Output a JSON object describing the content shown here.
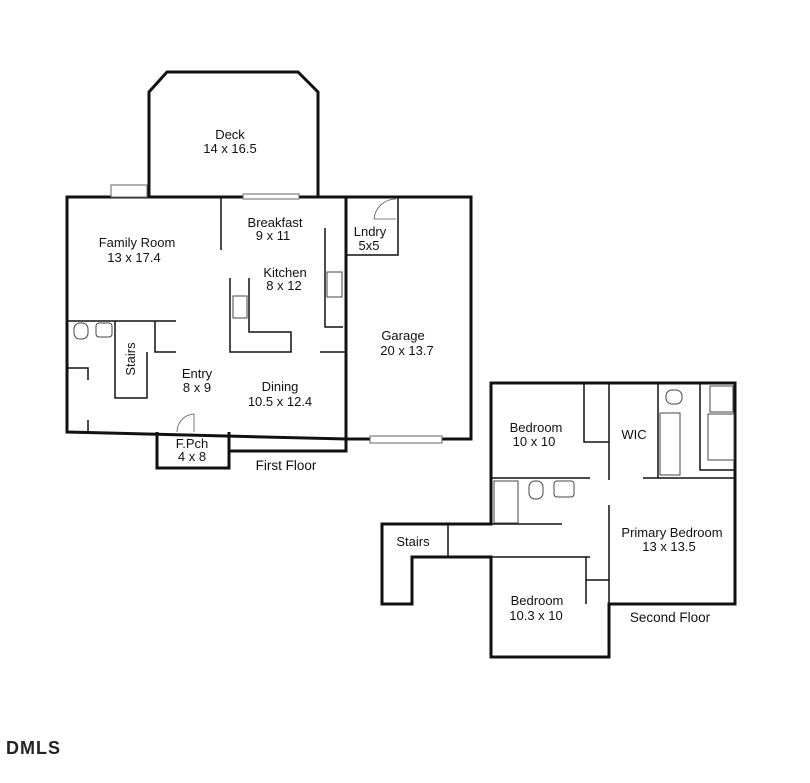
{
  "floors": {
    "first": "First Floor",
    "second": "Second Floor"
  },
  "rooms": {
    "deck": {
      "name": "Deck",
      "dims": "14 x 16.5"
    },
    "family": {
      "name": "Family Room",
      "dims": "13 x 17.4"
    },
    "breakfast": {
      "name": "Breakfast",
      "dims": "9 x 11"
    },
    "laundry": {
      "name": "Lndry",
      "dims": "5x5"
    },
    "kitchen": {
      "name": "Kitchen",
      "dims": "8 x 12"
    },
    "garage": {
      "name": "Garage",
      "dims": "20 x 13.7"
    },
    "stairs1": {
      "name": "Stairs"
    },
    "entry": {
      "name": "Entry",
      "dims": "8 x 9"
    },
    "dining": {
      "name": "Dining",
      "dims": "10.5 x 12.4"
    },
    "porch": {
      "name": "F.Pch",
      "dims": "4 x 8"
    },
    "bedroom1": {
      "name": "Bedroom",
      "dims": "10 x 10"
    },
    "wic": {
      "name": "WIC"
    },
    "primary": {
      "name": "Primary Bedroom",
      "dims": "13 x 13.5"
    },
    "stairs2": {
      "name": "Stairs"
    },
    "bedroom2": {
      "name": "Bedroom",
      "dims": "10.3 x 10"
    }
  },
  "logo": "DMLS"
}
